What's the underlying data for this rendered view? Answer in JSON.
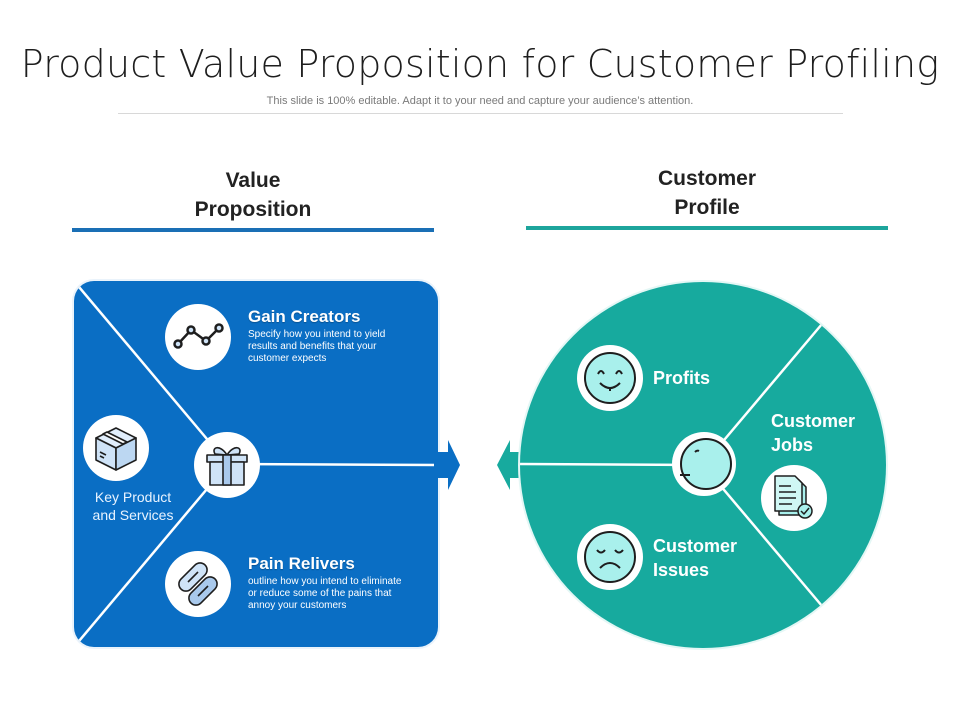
{
  "slide": {
    "title": "Product Value Proposition for Customer Profiling",
    "subtitle": "This slide is 100% editable. Adapt it to your need and capture your audience’s attention."
  },
  "value_proposition": {
    "heading_line1": "Value",
    "heading_line2": "Proposition",
    "accent_color": "#1a6fb5",
    "panel_color": "#0a6ec4",
    "gain_creators": {
      "title": "Gain Creators",
      "desc_line1": "Specify how you intend to yield",
      "desc_line2": "results and benefits that your",
      "desc_line3": "customer expects",
      "icon": "line-chart-icon"
    },
    "pain_relievers": {
      "title": "Pain Relivers",
      "desc_line1": "outline how you intend to eliminate",
      "desc_line2": "or reduce some of the pains that",
      "desc_line3": "annoy your customers",
      "icon": "pills-icon"
    },
    "key_products": {
      "label_line1": "Key Product",
      "label_line2": "and Services",
      "icon": "package-box-icon"
    },
    "center_icon": "gift-icon"
  },
  "customer_profile": {
    "heading_line1": "Customer",
    "heading_line2": "Profile",
    "accent_color": "#1da59c",
    "panel_color": "#17aa9e",
    "profits": {
      "label": "Profits",
      "icon": "happy-face-icon"
    },
    "customer_jobs": {
      "label_line1": "Customer",
      "label_line2": "Jobs",
      "icon": "checklist-document-icon"
    },
    "customer_issues": {
      "label_line1": "Customer",
      "label_line2": "Issues",
      "icon": "sad-face-icon"
    },
    "center_icon": "face-profile-icon"
  }
}
